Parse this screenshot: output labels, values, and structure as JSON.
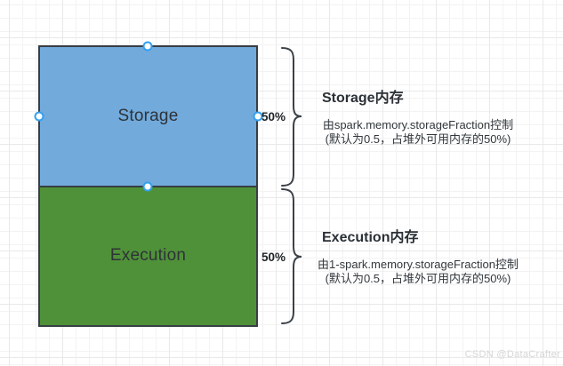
{
  "colors": {
    "storage_fill": "#72aadc",
    "execution_fill": "#4f9138",
    "shape_border": "#373e44",
    "brace_stroke": "#3a4147",
    "handle_ring": "#33a0f0",
    "grid_line": "#f3f3f3",
    "text_dark": "#2b3136",
    "watermark_gray": "#d6d6d6"
  },
  "diagram": {
    "storage": {
      "label": "Storage",
      "percent": "50%"
    },
    "execution": {
      "label": "Execution",
      "percent": "50%"
    }
  },
  "annotations": {
    "storage": {
      "title": "Storage内存",
      "line1": "由spark.memory.storageFraction控制",
      "line2": "(默认为0.5，占堆外可用内存的50%)"
    },
    "execution": {
      "title": "Execution内存",
      "line1": "由1-spark.memory.storageFraction控制",
      "line2": "(默认为0.5，占堆外可用内存的50%)"
    }
  },
  "watermark": {
    "text": "CSDN @DataCrafter"
  }
}
